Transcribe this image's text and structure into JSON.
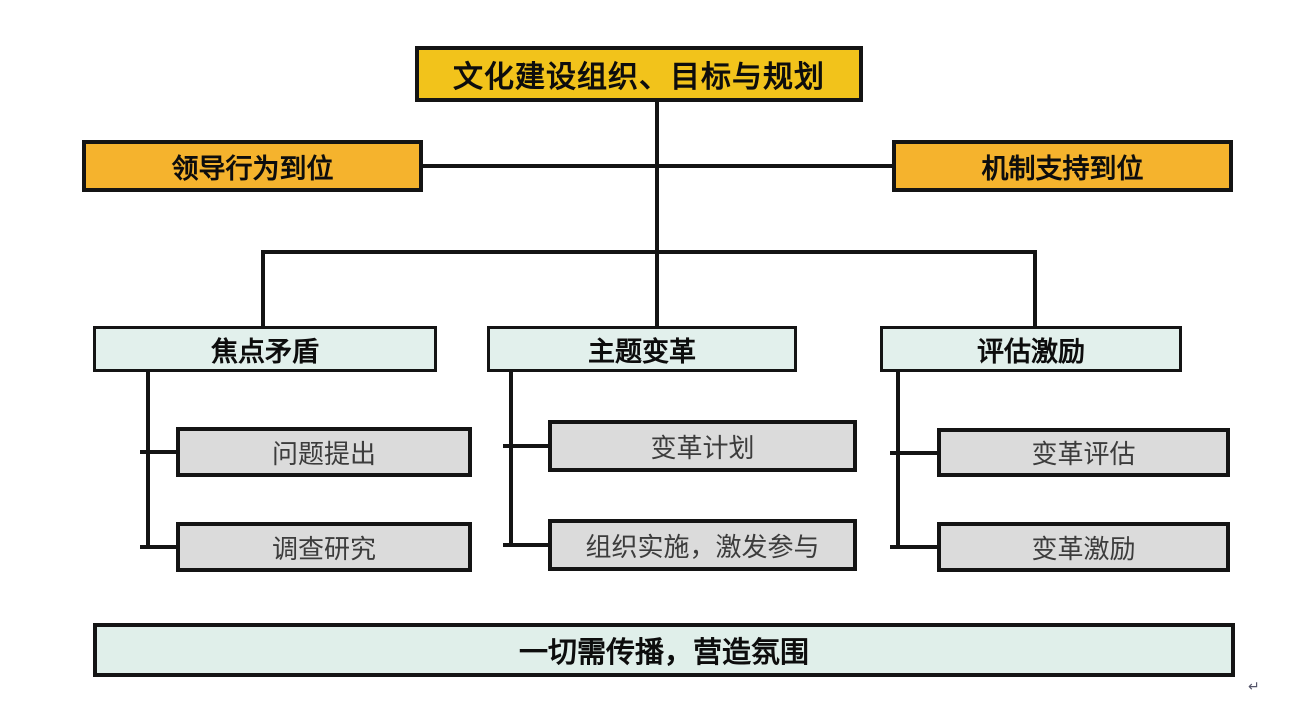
{
  "diagram": {
    "root": "文化建设组织、目标与规划",
    "left_support": "领导行为到位",
    "right_support": "机制支持到位",
    "columns": [
      {
        "header": "焦点矛盾",
        "children": [
          "问题提出",
          "调查研究"
        ]
      },
      {
        "header": "主题变革",
        "children": [
          "变革计划",
          "组织实施，激发参与"
        ]
      },
      {
        "header": "评估激励",
        "children": [
          "变革评估",
          "变革激励"
        ]
      }
    ],
    "footer": "一切需传播，营造氛围",
    "paragraph_mark": "↵",
    "colors": {
      "root_fill": "#F2C31B",
      "support_fill": "#F5B32D",
      "header_fill": "#E2F0EC",
      "child_fill": "#DBDBDB",
      "footer_fill": "#E0EFEA",
      "line": "#141414"
    }
  }
}
